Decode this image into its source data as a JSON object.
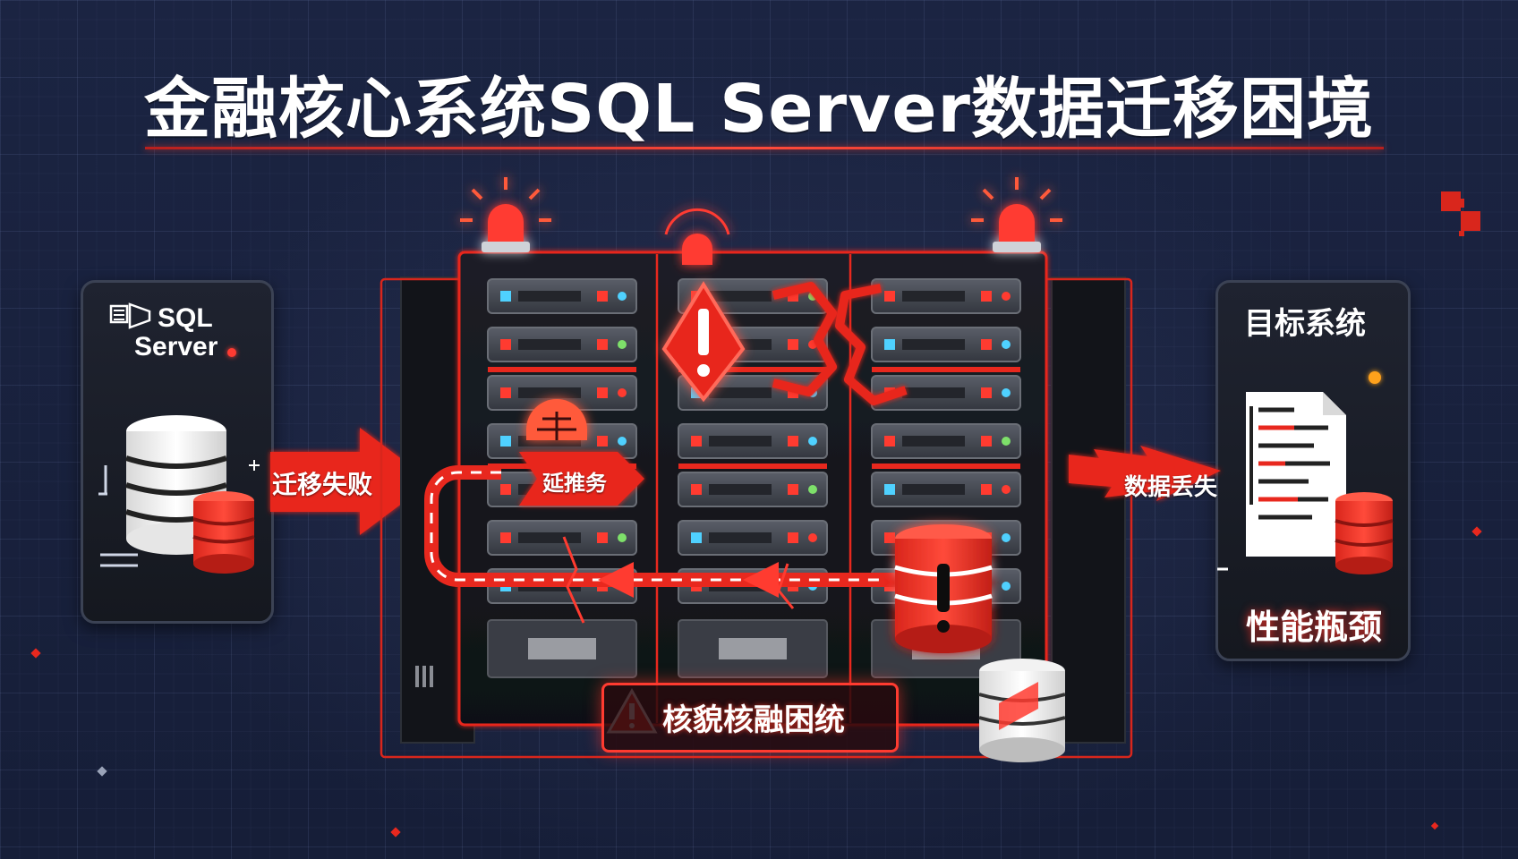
{
  "title": "金融核心系统SQL Server数据迁移困境",
  "source_panel": {
    "logo_line1": "SQL",
    "logo_line2": "Server",
    "icon": "sql-server-logo-icon"
  },
  "target_panel": {
    "title": "目标系统",
    "footer": "性能瓶颈"
  },
  "labels": {
    "migration_failed": "迁移失败",
    "delay": "延推务",
    "data_loss": "数据丢失",
    "core_warning": "核貌核融困统"
  },
  "colors": {
    "accent_red": "#ff3b30",
    "dark_red": "#b8201e",
    "panel_bg": "#1a1d26",
    "background": "#1a2340"
  }
}
